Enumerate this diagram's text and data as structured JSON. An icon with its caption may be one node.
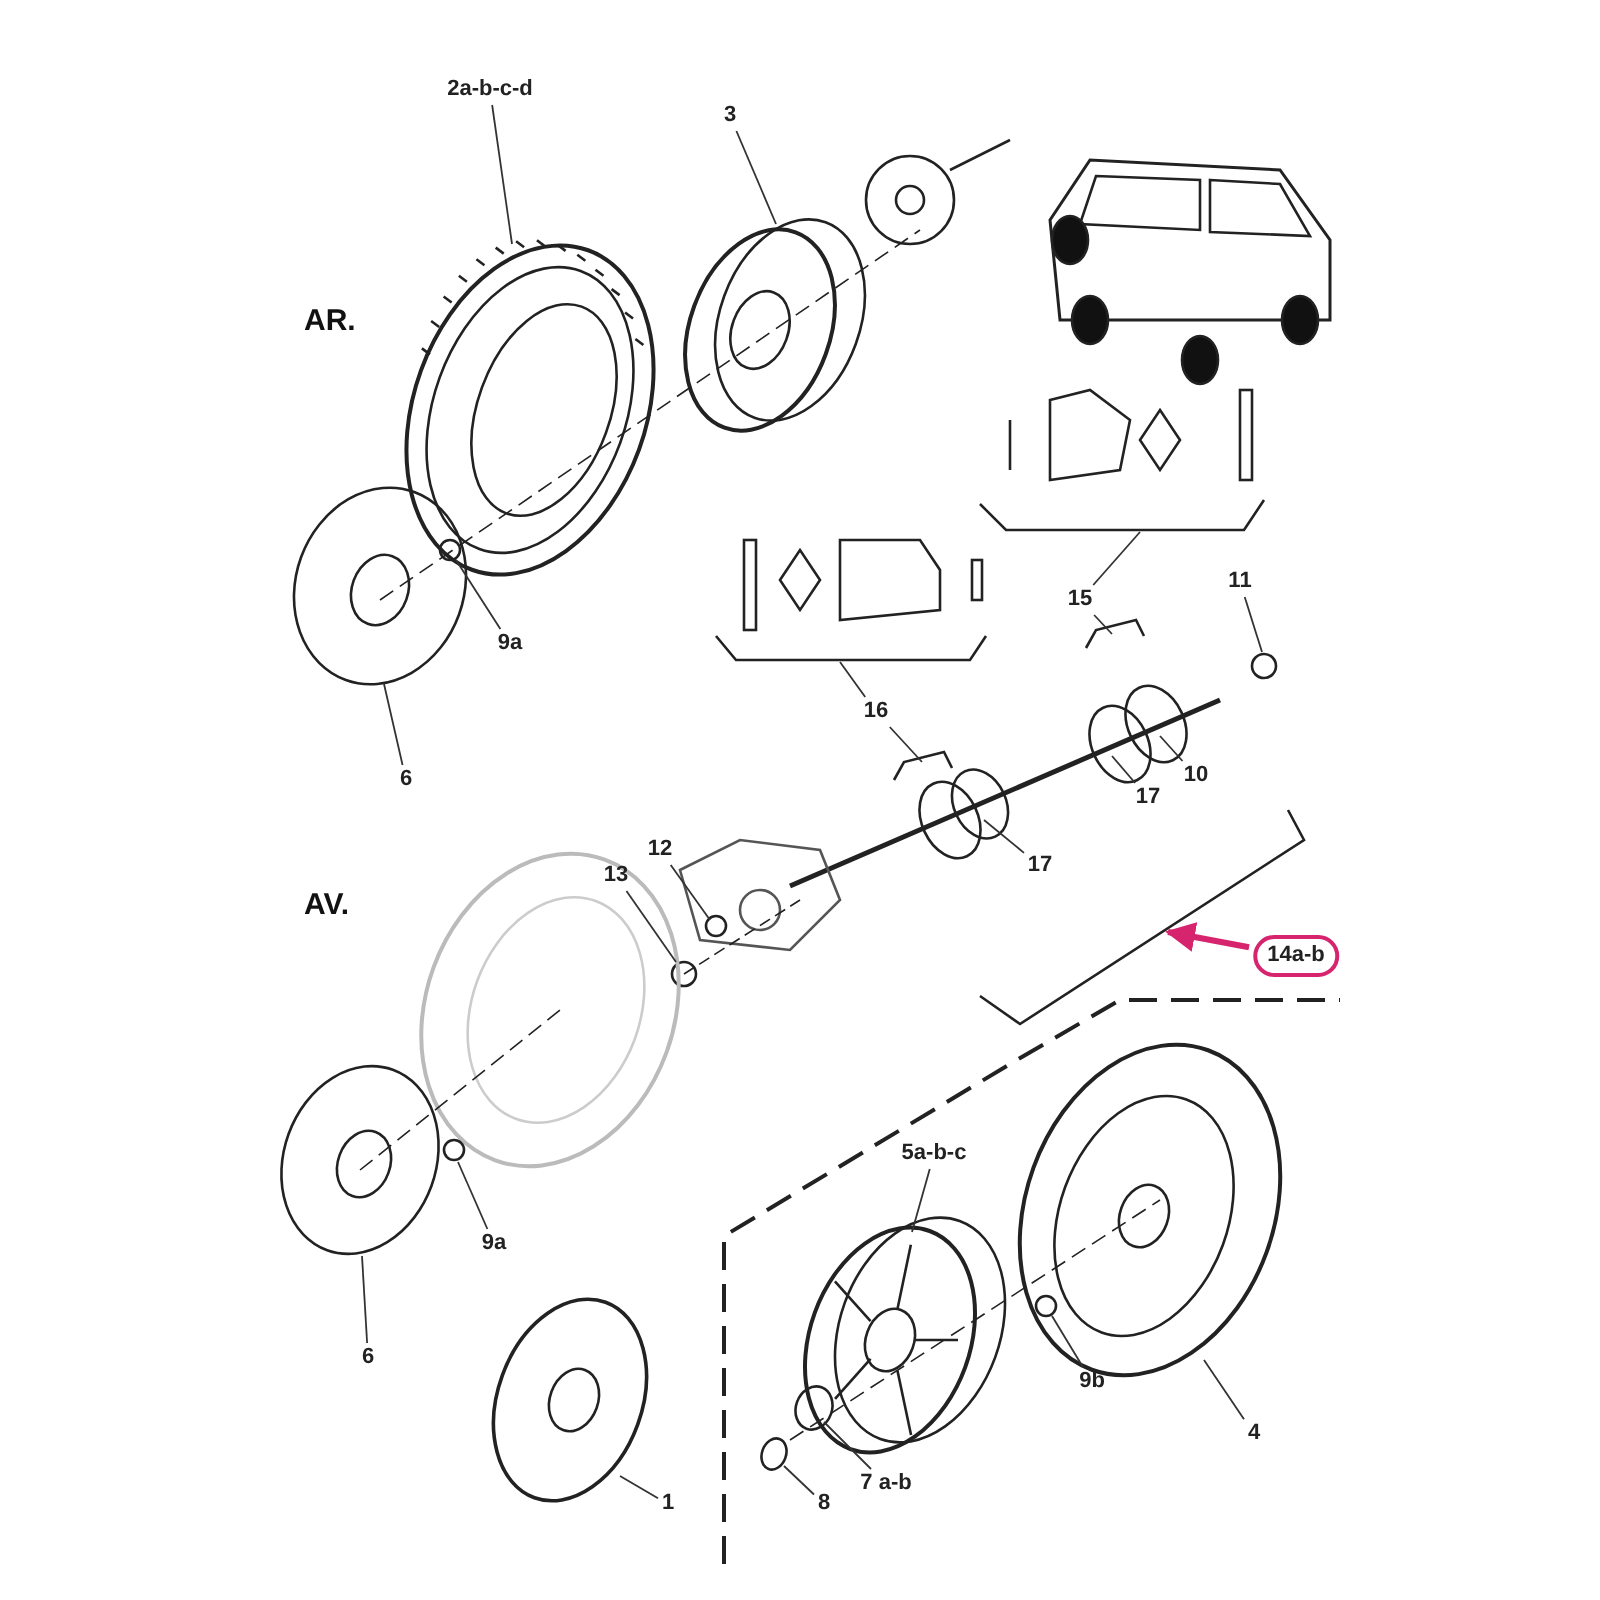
{
  "diagram": {
    "nodes": [
      {
        "text": [
          "2a-b-c-d"
        ]
      },
      {
        "text": [
          "3"
        ]
      },
      {
        "text": [
          "11"
        ]
      },
      {
        "text": [
          "15"
        ]
      },
      {
        "text": [
          "9a"
        ]
      },
      {
        "text": [
          "16"
        ]
      },
      {
        "text": [
          "6"
        ]
      },
      {
        "text": [
          "10"
        ]
      },
      {
        "text": [
          "17"
        ]
      },
      {
        "text": [
          "12"
        ]
      },
      {
        "text": [
          "13"
        ]
      },
      {
        "text": [
          "17"
        ]
      },
      {
        "text": [
          "14a-b"
        ]
      },
      {
        "text": [
          "9a"
        ]
      },
      {
        "text": [
          "5a-b-c"
        ]
      },
      {
        "text": [
          "6"
        ]
      },
      {
        "text": [
          "9b"
        ]
      },
      {
        "text": [
          "4"
        ]
      },
      {
        "text": [
          "1"
        ]
      },
      {
        "text": [
          "8"
        ]
      },
      {
        "text": [
          "7 a-b"
        ]
      }
    ],
    "edges": [
      {
        "from": 0,
        "to": null,
        "arrow": "none"
      },
      {
        "from": 1,
        "to": null,
        "arrow": "none"
      },
      {
        "from": 2,
        "to": null,
        "arrow": "none"
      },
      {
        "from": 3,
        "to": null,
        "arrow": "none"
      },
      {
        "from": 3,
        "to": null,
        "arrow": "none"
      },
      {
        "from": 4,
        "to": null,
        "arrow": "none"
      },
      {
        "from": 5,
        "to": null,
        "arrow": "none"
      },
      {
        "from": 5,
        "to": null,
        "arrow": "none"
      },
      {
        "from": 6,
        "to": null,
        "arrow": "none"
      },
      {
        "from": 7,
        "to": null,
        "arrow": "none"
      },
      {
        "from": 8,
        "to": null,
        "arrow": "none"
      },
      {
        "from": 9,
        "to": null,
        "arrow": "none"
      },
      {
        "from": 10,
        "to": null,
        "arrow": "none"
      },
      {
        "from": 11,
        "to": null,
        "arrow": "none"
      },
      {
        "from": 12,
        "to": null,
        "arrow": "to",
        "color": "#d6246e",
        "style": "thick"
      },
      {
        "from": 13,
        "to": null,
        "arrow": "none"
      },
      {
        "from": 14,
        "to": null,
        "arrow": "none"
      },
      {
        "from": 15,
        "to": null,
        "arrow": "none"
      },
      {
        "from": 16,
        "to": null,
        "arrow": "none"
      },
      {
        "from": 17,
        "to": null,
        "arrow": "none"
      },
      {
        "from": 18,
        "to": null,
        "arrow": "none"
      },
      {
        "from": 19,
        "to": null,
        "arrow": "none"
      },
      {
        "from": 20,
        "to": null,
        "arrow": "none"
      }
    ],
    "labels": [
      "AR.",
      "AV."
    ]
  }
}
